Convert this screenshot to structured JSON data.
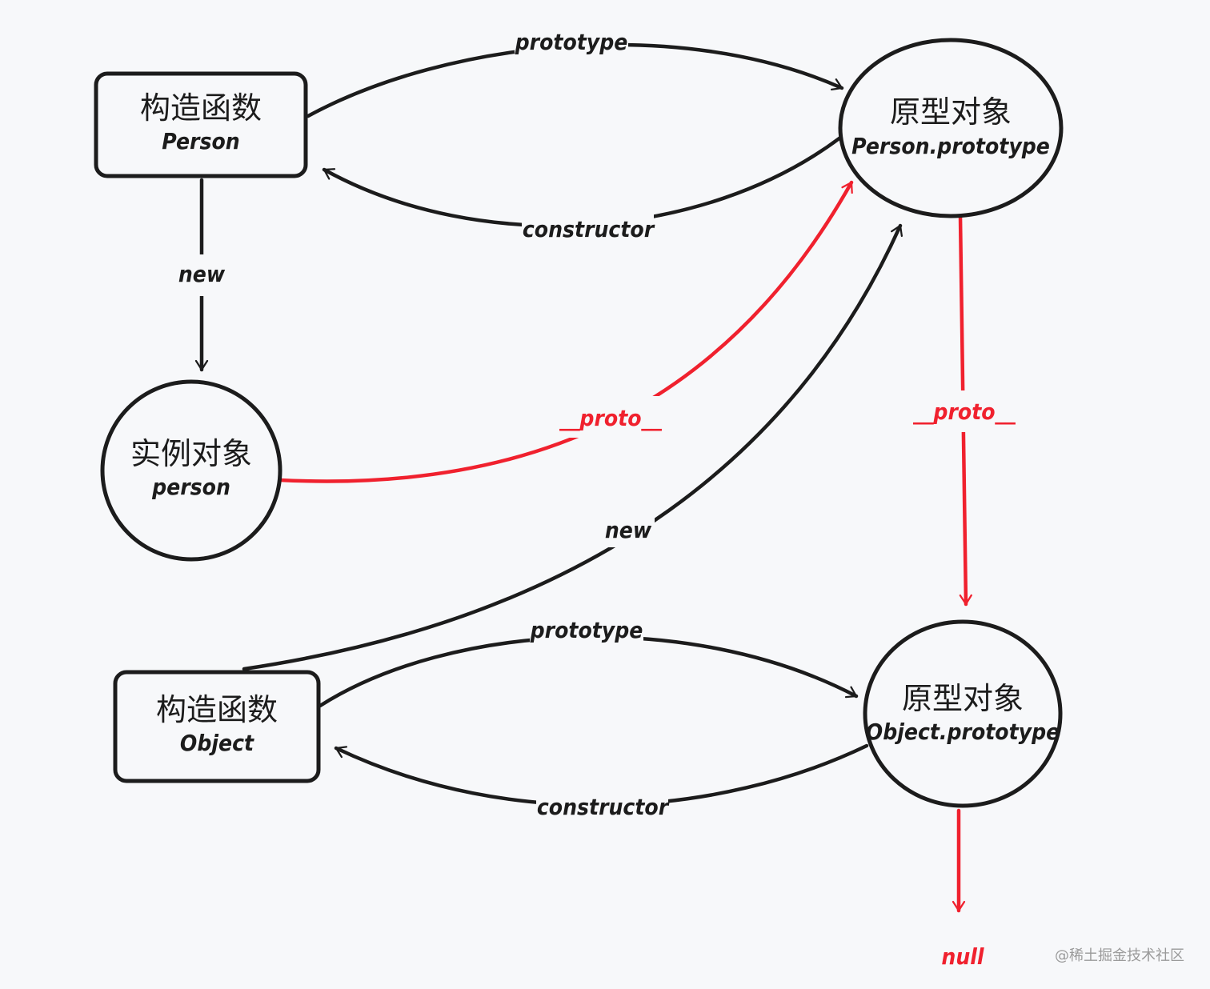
{
  "nodes": {
    "person_ctor": {
      "title": "构造函数",
      "subtitle": "Person"
    },
    "person_proto": {
      "title": "原型对象",
      "subtitle": "Person.prototype"
    },
    "person_instance": {
      "title": "实例对象",
      "subtitle": "person"
    },
    "object_ctor": {
      "title": "构造函数",
      "subtitle": "Object"
    },
    "object_proto": {
      "title": "原型对象",
      "subtitle": "Object.prototype"
    },
    "null_node": {
      "label": "null"
    }
  },
  "edges": {
    "person_prototype": "prototype",
    "person_constructor": "constructor",
    "person_new": "new",
    "instance_proto": "__proto__",
    "person_proto_proto": "__proto__",
    "object_new": "new",
    "object_prototype": "prototype",
    "object_constructor": "constructor"
  },
  "colors": {
    "line": "#1c1c1c",
    "proto_chain": "#f0212e",
    "background": "#f7f8fa"
  },
  "watermark": "@稀土掘金技术社区"
}
